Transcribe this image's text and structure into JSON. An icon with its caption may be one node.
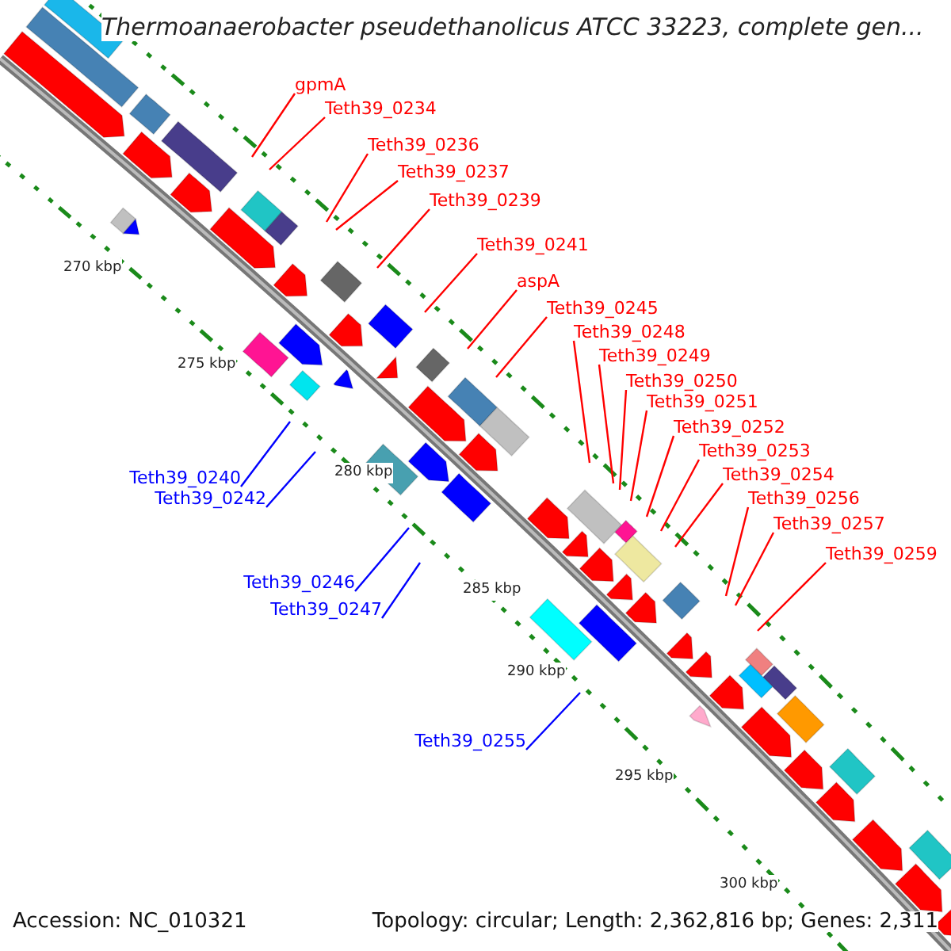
{
  "diagram": {
    "title": "Thermoanaerobacter pseudethanolicus ATCC 33223, complete gen...",
    "nodes": [
      {
        "text": [
          "gpmA"
        ]
      },
      {
        "text": [
          "Teth39_0234"
        ]
      },
      {
        "text": [
          "Teth39_0236"
        ]
      },
      {
        "text": [
          "Teth39_0237"
        ]
      },
      {
        "text": [
          "Teth39_0239"
        ]
      },
      {
        "text": [
          "Teth39_0241"
        ]
      },
      {
        "text": [
          "aspA"
        ]
      },
      {
        "text": [
          "Teth39_0245"
        ]
      },
      {
        "text": [
          "Teth39_0248"
        ]
      },
      {
        "text": [
          "Teth39_0249"
        ]
      },
      {
        "text": [
          "Teth39_0250"
        ]
      },
      {
        "text": [
          "Teth39_0251"
        ]
      },
      {
        "text": [
          "Teth39_0252"
        ]
      },
      {
        "text": [
          "Teth39_0240"
        ]
      },
      {
        "text": [
          "Teth39_0253"
        ]
      },
      {
        "text": [
          "Teth39_0254"
        ]
      },
      {
        "text": [
          "Teth39_0242"
        ]
      },
      {
        "text": [
          "Teth39_0256"
        ]
      },
      {
        "text": [
          "Teth39_0257"
        ]
      },
      {
        "text": [
          "Teth39_0259"
        ]
      },
      {
        "text": [
          "Teth39_0246"
        ]
      },
      {
        "text": [
          "Teth39_0247"
        ]
      },
      {
        "text": [
          "Teth39_0255"
        ]
      }
    ],
    "edges": [
      {
        "from": 0,
        "to": null,
        "arrow": "none"
      },
      {
        "from": 1,
        "to": null,
        "arrow": "none"
      },
      {
        "from": 2,
        "to": null,
        "arrow": "none"
      },
      {
        "from": 3,
        "to": null,
        "arrow": "none"
      },
      {
        "from": 4,
        "to": null,
        "arrow": "none"
      },
      {
        "from": 5,
        "to": null,
        "arrow": "none"
      },
      {
        "from": 6,
        "to": null,
        "arrow": "none"
      },
      {
        "from": 7,
        "to": null,
        "arrow": "none"
      },
      {
        "from": 8,
        "to": null,
        "arrow": "none"
      },
      {
        "from": 9,
        "to": null,
        "arrow": "none"
      },
      {
        "from": 10,
        "to": null,
        "arrow": "none"
      },
      {
        "from": 11,
        "to": null,
        "arrow": "none"
      },
      {
        "from": 12,
        "to": null,
        "arrow": "none"
      },
      {
        "from": 13,
        "to": null,
        "arrow": "none",
        "color": "#0000ff"
      },
      {
        "from": 14,
        "to": null,
        "arrow": "none"
      },
      {
        "from": 15,
        "to": null,
        "arrow": "none"
      },
      {
        "from": 16,
        "to": null,
        "arrow": "none",
        "color": "#0000ff"
      },
      {
        "from": 17,
        "to": null,
        "arrow": "none"
      },
      {
        "from": 18,
        "to": null,
        "arrow": "none"
      },
      {
        "from": 19,
        "to": null,
        "arrow": "none"
      },
      {
        "from": 20,
        "to": null,
        "arrow": "none",
        "color": "#0000ff"
      },
      {
        "from": 21,
        "to": null,
        "arrow": "none",
        "color": "#0000ff"
      },
      {
        "from": 22,
        "to": null,
        "arrow": "none",
        "color": "#0000ff"
      }
    ],
    "labels": [
      "270 kbp",
      "275 kbp",
      "280 kbp",
      "285 kbp",
      "290 kbp",
      "295 kbp",
      "300 kbp",
      "Accession: NC_010321",
      "Topology: circular; Length: 2,362,816 bp; Genes: 2,311"
    ]
  }
}
